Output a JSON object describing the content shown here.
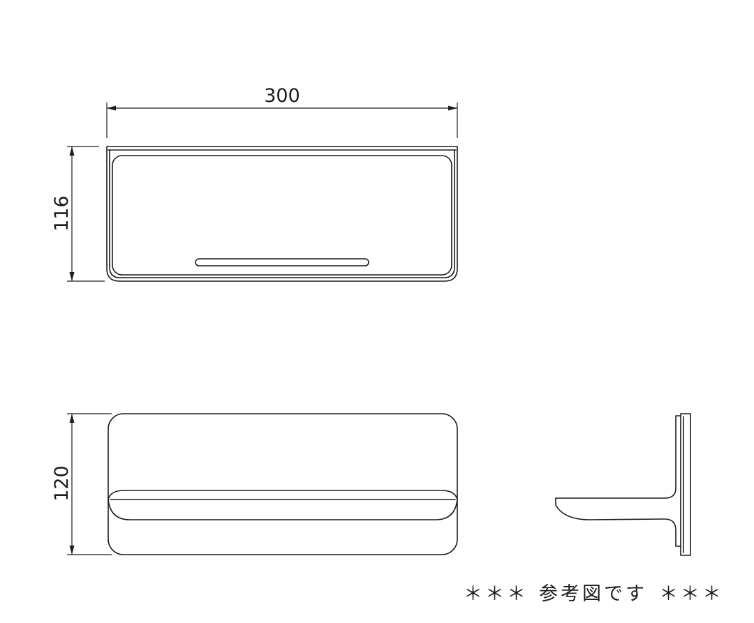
{
  "dimensions": {
    "width_label": "300",
    "top_height_label": "116",
    "front_height_label": "120"
  },
  "footer": {
    "left_marks": "＊＊＊",
    "note": "参考図です",
    "right_marks": "＊＊＊"
  },
  "colors": {
    "line": "#1c1c1c",
    "background": "#ffffff"
  }
}
